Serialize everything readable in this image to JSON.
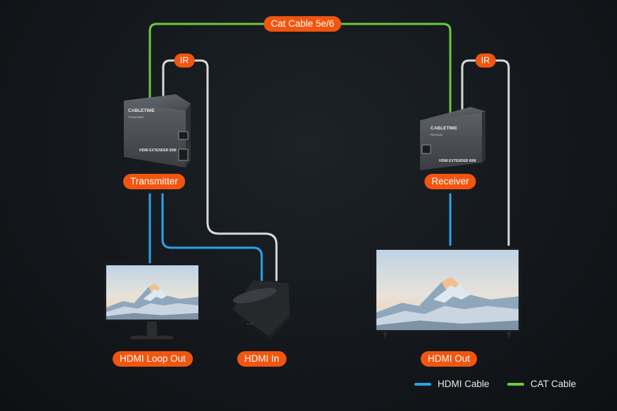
{
  "colors": {
    "hdmi": "#2ca3e6",
    "cat": "#6cc93c",
    "ir": "#d9d9d9",
    "label_bg": "#f2550f",
    "background": "#14181c"
  },
  "labels": {
    "cat_cable": "Cat Cable 5e/6",
    "ir_left": "IR",
    "ir_right": "IR",
    "transmitter": "Transmitter",
    "receiver": "Receiver",
    "hdmi_loop_out": "HDMI Loop Out",
    "hdmi_in": "HDMI In",
    "hdmi_out": "HDMI Out"
  },
  "devices": {
    "transmitter": {
      "brand": "CABLETIME",
      "subtitle": "Transmitter",
      "model": "HDMI EXTENDER 60M"
    },
    "receiver": {
      "brand": "CABLETIME",
      "subtitle": "Receiver",
      "model": "HDMI EXTENDER 60M"
    }
  },
  "legend": {
    "hdmi": {
      "label": "HDMI Cable",
      "color": "#2ca3e6"
    },
    "cat": {
      "label": "CAT Cable",
      "color": "#6cc93c"
    }
  }
}
